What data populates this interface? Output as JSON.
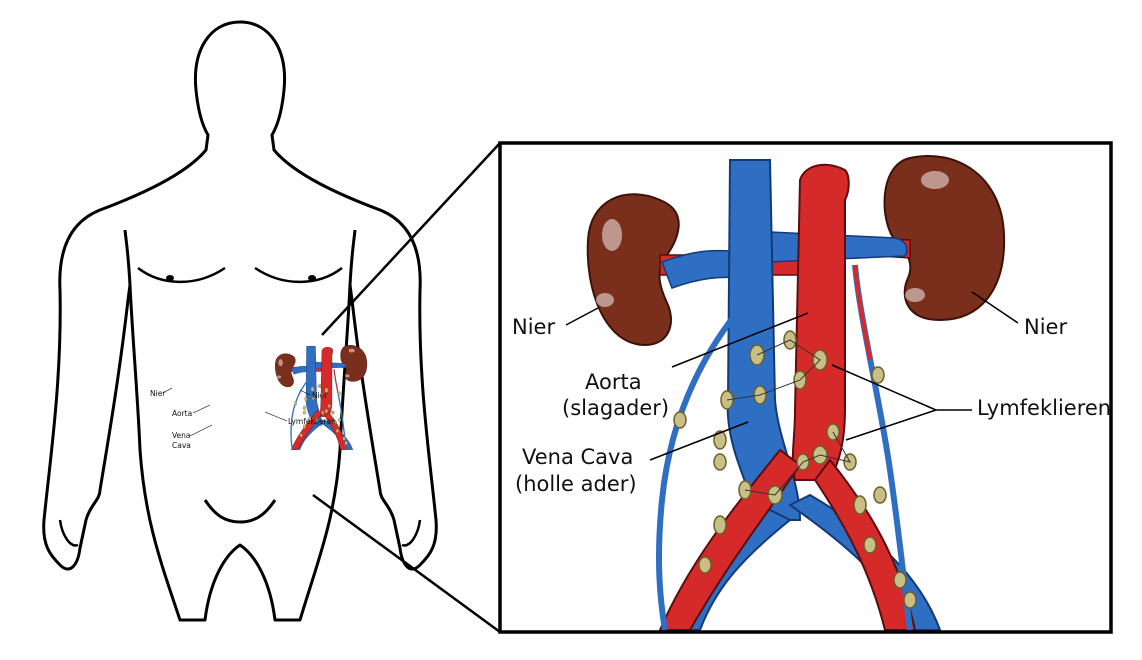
{
  "colors": {
    "vein": "#2e6fc4",
    "artery": "#d62a2a",
    "kidney": "#7a2e1c",
    "lymph_node": "#c9bf86",
    "outline": "#000000"
  },
  "detail_labels": {
    "kidney_left": "Nier",
    "kidney_right": "Nier",
    "aorta_line1": "Aorta",
    "aorta_line2": "(slagader)",
    "vena_cava_line1": "Vena Cava",
    "vena_cava_line2": "(holle ader)",
    "lymph_nodes": "Lymfeklieren"
  },
  "body_labels": {
    "kidney_left": "Nier",
    "kidney_right": "Nier",
    "aorta": "Aorta",
    "vena_cava_line1": "Vena",
    "vena_cava_line2": "Cava",
    "lymph_nodes": "Lymfeklieren"
  }
}
